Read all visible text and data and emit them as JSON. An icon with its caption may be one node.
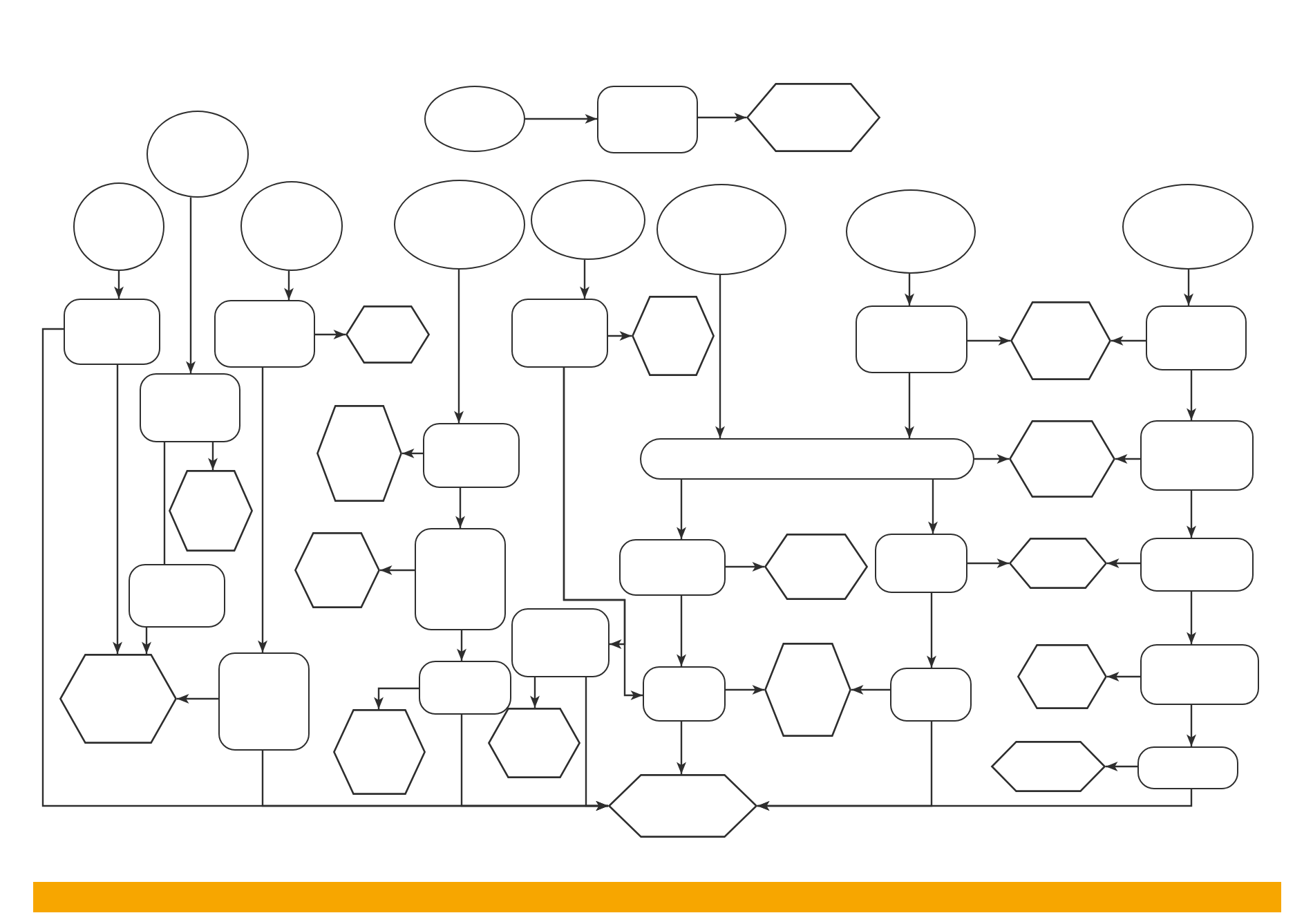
{
  "diagram": {
    "nodes": [
      {
        "text": [],
        "shape": "ellipse"
      },
      {
        "text": [],
        "shape": "box"
      },
      {
        "text": [],
        "shape": "hexagon"
      },
      {
        "text": [],
        "shape": "ellipse"
      },
      {
        "text": [],
        "shape": "ellipse"
      },
      {
        "text": [],
        "shape": "ellipse"
      },
      {
        "text": [],
        "shape": "ellipse"
      },
      {
        "text": [],
        "shape": "ellipse"
      },
      {
        "text": [],
        "shape": "ellipse"
      },
      {
        "text": [],
        "shape": "ellipse"
      },
      {
        "text": [],
        "shape": "ellipse"
      },
      {
        "text": [],
        "shape": "box"
      },
      {
        "text": [],
        "shape": "box"
      },
      {
        "text": [],
        "shape": "hexagon"
      },
      {
        "text": [],
        "shape": "box"
      },
      {
        "text": [],
        "shape": "hexagon"
      },
      {
        "text": [],
        "shape": "box"
      },
      {
        "text": [],
        "shape": "hexagon"
      },
      {
        "text": [],
        "shape": "box"
      },
      {
        "text": [],
        "shape": "box"
      },
      {
        "text": [],
        "shape": "hexagon"
      },
      {
        "text": [],
        "shape": "box"
      },
      {
        "text": [],
        "shape": "bar"
      },
      {
        "text": [],
        "shape": "hexagon"
      },
      {
        "text": [],
        "shape": "box"
      },
      {
        "text": [],
        "shape": "hexagon"
      },
      {
        "text": [],
        "shape": "hexagon"
      },
      {
        "text": [],
        "shape": "box"
      },
      {
        "text": [],
        "shape": "box"
      },
      {
        "text": [],
        "shape": "hexagon"
      },
      {
        "text": [],
        "shape": "box"
      },
      {
        "text": [],
        "shape": "hexagon"
      },
      {
        "text": [],
        "shape": "box"
      },
      {
        "text": [],
        "shape": "box"
      },
      {
        "text": [],
        "shape": "box"
      },
      {
        "text": [],
        "shape": "hexagon"
      },
      {
        "text": [],
        "shape": "box"
      },
      {
        "text": [],
        "shape": "box"
      },
      {
        "text": [],
        "shape": "box"
      },
      {
        "text": [],
        "shape": "hexagon"
      },
      {
        "text": [],
        "shape": "box"
      },
      {
        "text": [],
        "shape": "hexagon"
      },
      {
        "text": [],
        "shape": "box"
      },
      {
        "text": [],
        "shape": "hexagon"
      },
      {
        "text": [],
        "shape": "hexagon"
      },
      {
        "text": [],
        "shape": "hexagon"
      },
      {
        "text": [],
        "shape": "box"
      },
      {
        "text": [],
        "shape": "hexagon"
      }
    ],
    "edges": [
      {
        "from": 0,
        "to": 1,
        "arrow": "to"
      },
      {
        "from": 1,
        "to": 2,
        "arrow": "to"
      },
      {
        "from": 4,
        "to": 11,
        "arrow": "to"
      },
      {
        "from": 3,
        "to": 19,
        "arrow": "to"
      },
      {
        "from": 5,
        "to": 12,
        "arrow": "to"
      },
      {
        "from": 12,
        "to": 13,
        "arrow": "to"
      },
      {
        "from": 19,
        "to": 25,
        "arrow": "to"
      },
      {
        "from": 19,
        "to": 33,
        "arrow": "none"
      },
      {
        "from": 11,
        "to": 35,
        "arrow": "to"
      },
      {
        "from": 33,
        "to": 35,
        "arrow": "to"
      },
      {
        "from": 12,
        "to": 36,
        "arrow": "to"
      },
      {
        "from": 36,
        "to": 35,
        "arrow": "to"
      },
      {
        "from": 11,
        "to": 47,
        "arrow": "to"
      },
      {
        "from": 36,
        "to": 47,
        "arrow": "to"
      },
      {
        "from": 6,
        "to": 21,
        "arrow": "to"
      },
      {
        "from": 21,
        "to": 20,
        "arrow": "to"
      },
      {
        "from": 21,
        "to": 27,
        "arrow": "to"
      },
      {
        "from": 27,
        "to": 26,
        "arrow": "to"
      },
      {
        "from": 27,
        "to": 37,
        "arrow": "to"
      },
      {
        "from": 37,
        "to": 43,
        "arrow": "to"
      },
      {
        "from": 37,
        "to": 47,
        "arrow": "to"
      },
      {
        "from": 7,
        "to": 14,
        "arrow": "to"
      },
      {
        "from": 14,
        "to": 15,
        "arrow": "to"
      },
      {
        "from": 14,
        "to": 34,
        "arrow": "to"
      },
      {
        "from": 14,
        "to": 38,
        "arrow": "to"
      },
      {
        "from": 34,
        "to": 44,
        "arrow": "to"
      },
      {
        "from": 34,
        "to": 47,
        "arrow": "to"
      },
      {
        "from": 8,
        "to": 22,
        "arrow": "to"
      },
      {
        "from": 9,
        "to": 16,
        "arrow": "to"
      },
      {
        "from": 16,
        "to": 17,
        "arrow": "to"
      },
      {
        "from": 18,
        "to": 17,
        "arrow": "to"
      },
      {
        "from": 10,
        "to": 18,
        "arrow": "to"
      },
      {
        "from": 16,
        "to": 22,
        "arrow": "to"
      },
      {
        "from": 22,
        "to": 23,
        "arrow": "to"
      },
      {
        "from": 24,
        "to": 23,
        "arrow": "to"
      },
      {
        "from": 18,
        "to": 24,
        "arrow": "to"
      },
      {
        "from": 22,
        "to": 28,
        "arrow": "to"
      },
      {
        "from": 22,
        "to": 30,
        "arrow": "to"
      },
      {
        "from": 28,
        "to": 29,
        "arrow": "to"
      },
      {
        "from": 30,
        "to": 31,
        "arrow": "to"
      },
      {
        "from": 32,
        "to": 31,
        "arrow": "to"
      },
      {
        "from": 24,
        "to": 32,
        "arrow": "to"
      },
      {
        "from": 28,
        "to": 38,
        "arrow": "to"
      },
      {
        "from": 38,
        "to": 39,
        "arrow": "to"
      },
      {
        "from": 40,
        "to": 39,
        "arrow": "to"
      },
      {
        "from": 30,
        "to": 40,
        "arrow": "to"
      },
      {
        "from": 32,
        "to": 42,
        "arrow": "to"
      },
      {
        "from": 42,
        "to": 41,
        "arrow": "to"
      },
      {
        "from": 42,
        "to": 46,
        "arrow": "to"
      },
      {
        "from": 46,
        "to": 45,
        "arrow": "to"
      },
      {
        "from": 38,
        "to": 47,
        "arrow": "to"
      },
      {
        "from": 40,
        "to": 47,
        "arrow": "to"
      },
      {
        "from": 46,
        "to": 47,
        "arrow": "to"
      }
    ]
  }
}
